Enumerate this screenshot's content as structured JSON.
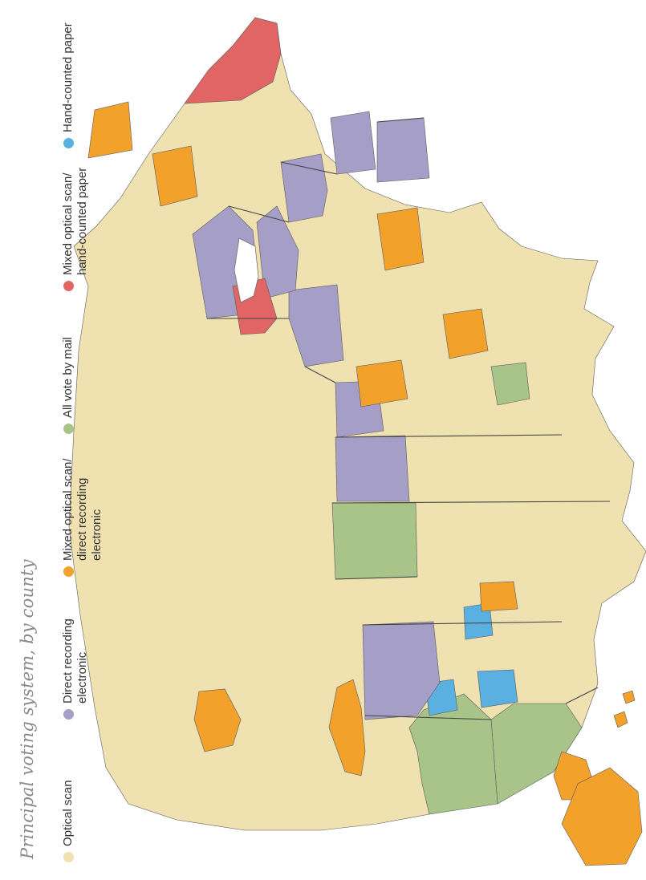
{
  "title": "Principal voting system, by county",
  "legend": [
    {
      "key": "optical",
      "label": "Optical scan",
      "color": "#efe1b0"
    },
    {
      "key": "dre",
      "label": "Direct recording electronic",
      "color": "#a59ec6"
    },
    {
      "key": "mixed_dre",
      "label": "Mixed optical scan/ direct recording electronic",
      "color": "#f2a12b"
    },
    {
      "key": "mail",
      "label": "All vote by mail",
      "color": "#a8c488"
    },
    {
      "key": "mixed_hand",
      "label": "Mixed optical scan/ hand-counted paper",
      "color": "#e26565"
    },
    {
      "key": "hand",
      "label": "Hand-counted paper",
      "color": "#5bb0e2"
    }
  ]
}
